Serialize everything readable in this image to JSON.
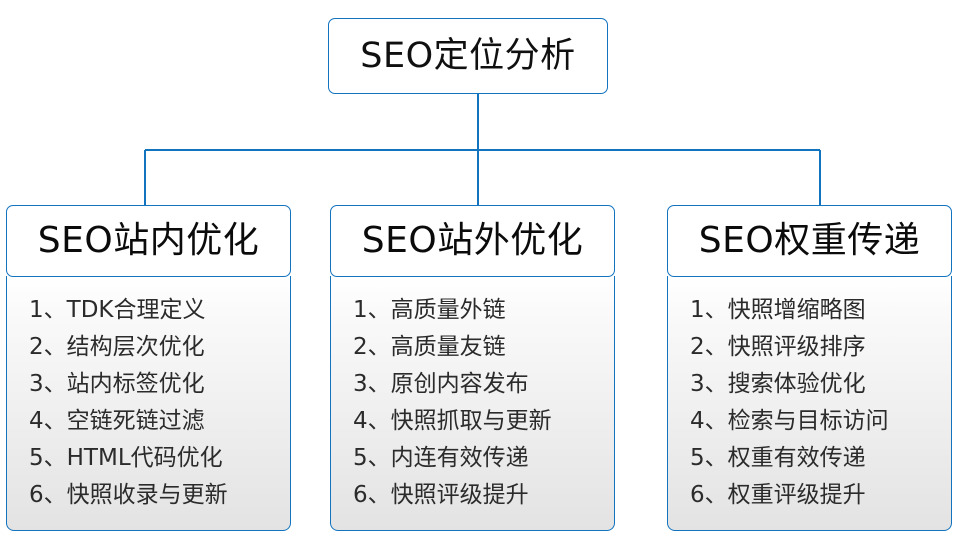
{
  "diagram": {
    "type": "org-tree",
    "accent_color": "#1273BF",
    "panel_gradient_from": "#ffffff",
    "panel_gradient_to": "#e3e3e3",
    "text_color": "#2b2b2b",
    "root": {
      "label": "SEO定位分析"
    },
    "branches": [
      {
        "header": "SEO站内优化",
        "items": [
          {
            "index": "1、",
            "text": "TDK合理定义"
          },
          {
            "index": "2、",
            "text": "结构层次优化"
          },
          {
            "index": "3、",
            "text": "站内标签优化"
          },
          {
            "index": "4、",
            "text": "空链死链过滤"
          },
          {
            "index": "5、",
            "text": "HTML代码优化"
          },
          {
            "index": "6、",
            "text": "快照收录与更新"
          }
        ]
      },
      {
        "header": "SEO站外优化",
        "items": [
          {
            "index": "1、",
            "text": "高质量外链"
          },
          {
            "index": "2、",
            "text": "高质量友链"
          },
          {
            "index": "3、",
            "text": "原创内容发布"
          },
          {
            "index": "4、",
            "text": "快照抓取与更新"
          },
          {
            "index": "5、",
            "text": "内连有效传递"
          },
          {
            "index": "6、",
            "text": "快照评级提升"
          }
        ]
      },
      {
        "header": "SEO权重传递",
        "items": [
          {
            "index": "1、",
            "text": "快照增缩略图"
          },
          {
            "index": "2、",
            "text": "快照评级排序"
          },
          {
            "index": "3、",
            "text": "搜索体验优化"
          },
          {
            "index": "4、",
            "text": "检索与目标访问"
          },
          {
            "index": "5、",
            "text": "权重有效传递"
          },
          {
            "index": "6、",
            "text": "权重评级提升"
          }
        ]
      }
    ]
  }
}
